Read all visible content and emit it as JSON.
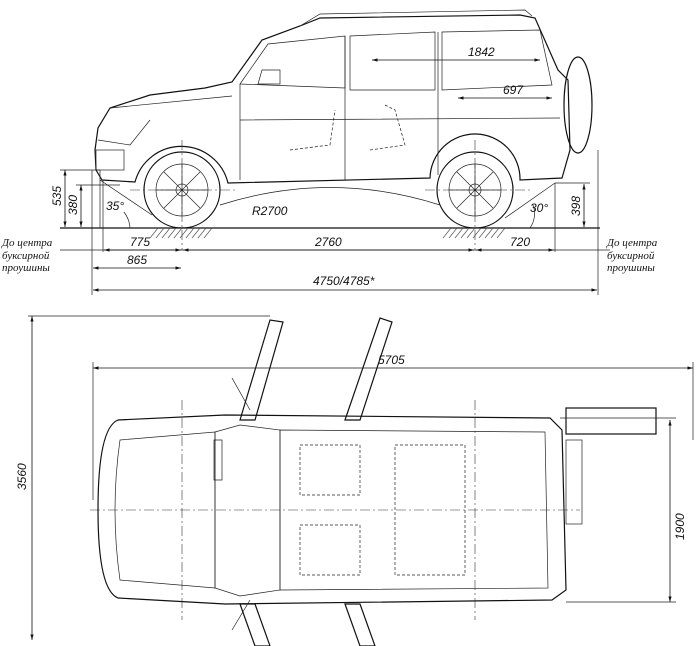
{
  "title": "Vehicle dimensions drawing",
  "side_view": {
    "dims": {
      "roof_rear_length": "1842",
      "rear_overhang_upper": "697",
      "front_bumper_height": "535",
      "front_clearance": "380",
      "approach_angle": "35°",
      "ramp_radius": "R2700",
      "departure_angle": "30°",
      "rear_clearance": "398",
      "front_overhang": "775",
      "wheelbase": "2760",
      "rear_overhang": "720",
      "front_to_tow": "865",
      "overall_length": "4750/4785*"
    },
    "tow_note_left": [
      "До центра",
      "буксирной",
      "проушины"
    ],
    "tow_note_right": [
      "До центра",
      "буксирной",
      "проушины"
    ]
  },
  "top_view": {
    "dims": {
      "width_doors_open": "3560",
      "length_tailgate_open": "5705",
      "body_width": "1900"
    }
  }
}
